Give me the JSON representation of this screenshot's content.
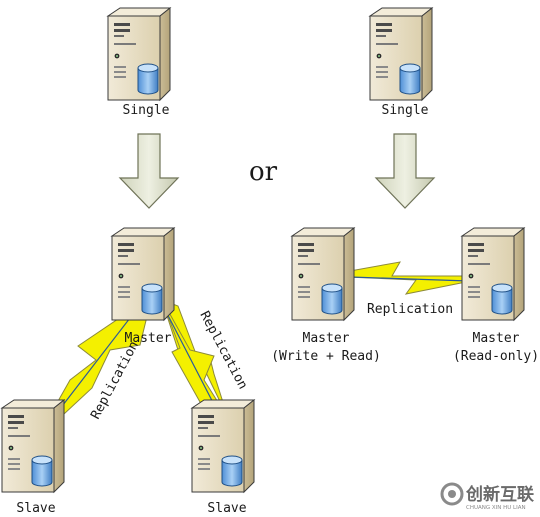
{
  "diagram": {
    "left": {
      "top_server_label": "Single",
      "master_label": "Master",
      "replication_left": "Replication",
      "replication_right": "Replication",
      "slave_left_label": "Slave",
      "slave_right_label": "Slave"
    },
    "separator": "or",
    "right": {
      "top_server_label": "Single",
      "replication_label": "Replication",
      "master_a_label": "Master",
      "master_a_sub": "(Write + Read)",
      "master_b_label": "Master",
      "master_b_sub": "(Read-only)"
    }
  },
  "watermark": {
    "brand": "创新互联",
    "sub": "CHUANG XIN HU LIAN"
  },
  "colors": {
    "server_body": "#e5dbc1",
    "server_shade": "#c9bb94",
    "db_blue": "#7fb2e6",
    "lightning": "#f4f000",
    "arrow_fill": "#dfe3cf"
  }
}
